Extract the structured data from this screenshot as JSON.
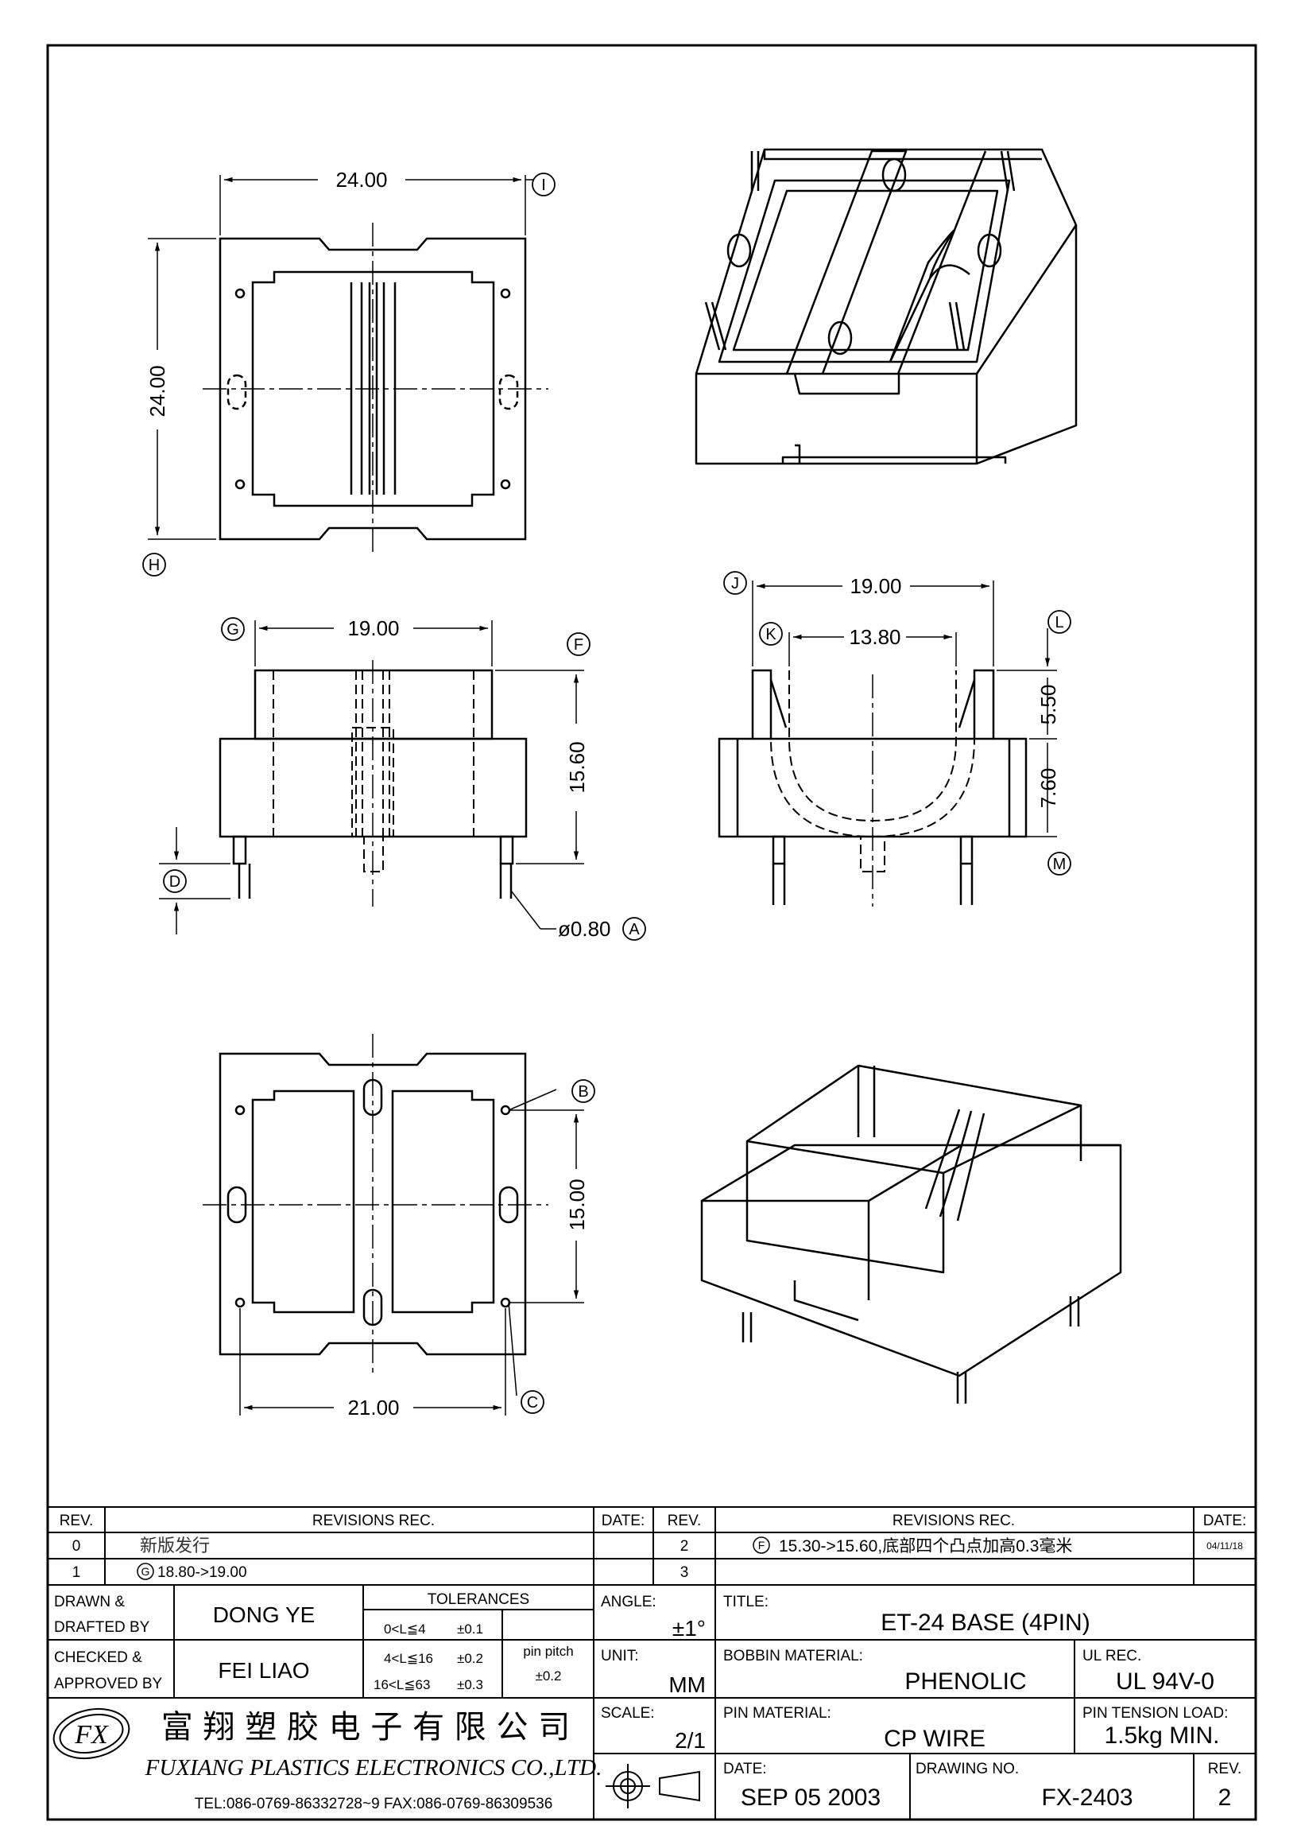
{
  "dimensions": {
    "top_width": "24.00",
    "top_height": "24.00",
    "front_width": "19.00",
    "front_height": "15.60",
    "pin_dia": "ø0.80",
    "side_outer": "19.00",
    "side_inner": "13.80",
    "side_upper": "5.50",
    "side_lower": "7.60",
    "bottom_pitch_v": "15.00",
    "bottom_pitch_h": "21.00"
  },
  "datums": {
    "A": "A",
    "B": "B",
    "C": "C",
    "D": "D",
    "F": "F",
    "G": "G",
    "H": "H",
    "I": "I",
    "J": "J",
    "K": "K",
    "L": "L",
    "M": "M"
  },
  "revisions": {
    "headers": {
      "rev": "REV.",
      "rec": "REVISIONS   REC.",
      "date": "DATE:"
    },
    "left_rows": [
      {
        "rev": "0",
        "text": "新版发行",
        "date": ""
      },
      {
        "rev": "1",
        "datum": "G",
        "text": "18.80->19.00",
        "date": ""
      }
    ],
    "right_rows": [
      {
        "rev": "2",
        "datum": "F",
        "text": "15.30->15.60,底部四个凸点加高0.3毫米",
        "date": "04/11/18"
      },
      {
        "rev": "3",
        "text": "",
        "date": ""
      }
    ]
  },
  "title_block": {
    "drawn_label_1": "DRAWN &",
    "drawn_label_2": "DRAFTED BY",
    "drawn_value": "DONG YE",
    "checked_label_1": "CHECKED &",
    "checked_label_2": "APPROVED BY",
    "checked_value": "FEI LIAO",
    "tolerances_label": "TOLERANCES",
    "tol_rows": [
      {
        "range": "0<L≦4",
        "tol": "±0.1"
      },
      {
        "range": "4<L≦16",
        "tol": "±0.2"
      },
      {
        "range": "16<L≦63",
        "tol": "±0.3"
      }
    ],
    "pin_pitch_label": "pin pitch",
    "pin_pitch_value": "±0.2",
    "angle_label": "ANGLE:",
    "angle_value": "±1°",
    "unit_label": "UNIT:",
    "unit_value": "MM",
    "scale_label": "SCALE:",
    "scale_value": "2/1",
    "title_label": "TITLE:",
    "title_value": "ET-24  BASE  (4PIN)",
    "bobbin_label": "BOBBIN MATERIAL:",
    "bobbin_value": "PHENOLIC",
    "ul_label": "UL REC.",
    "ul_value": "UL  94V-0",
    "pin_mat_label": "PIN MATERIAL:",
    "pin_mat_value": "CP  WIRE",
    "tension_label": "PIN TENSION LOAD:",
    "tension_value": "1.5kg  MIN.",
    "date_label": "DATE:",
    "date_value": "SEP  05  2003",
    "drawing_no_label": "DRAWING NO.",
    "drawing_no_value": "FX-2403",
    "rev_label": "REV.",
    "rev_value": "2",
    "company_cn": "富 翔 塑 胶 电 子 有 限 公 司",
    "company_en": "FUXIANG  PLASTICS  ELECTRONICS  CO.,LTD.",
    "company_contact": "TEL:086-0769-86332728~9   FAX:086-0769-86309536",
    "logo_text": "FX"
  }
}
